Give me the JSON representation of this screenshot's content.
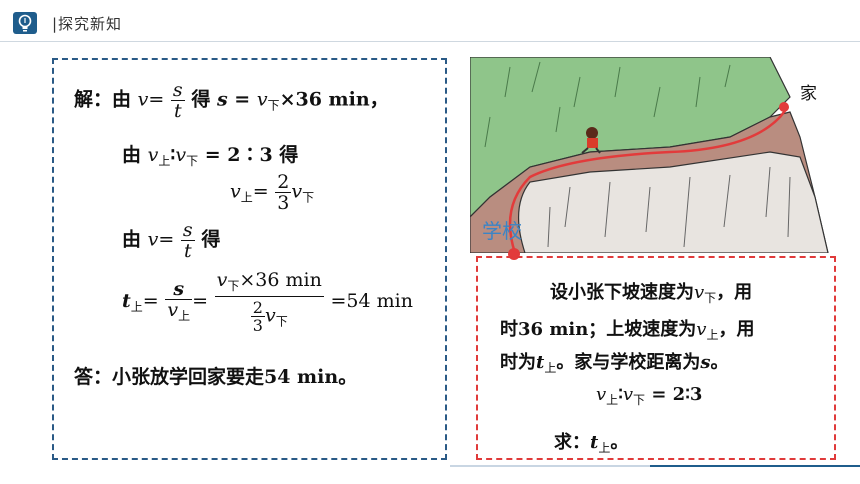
{
  "header": {
    "title": "|探究新知",
    "icon": "lightbulb-icon"
  },
  "solution": {
    "l1_prefix": "解：由",
    "l1_v": "v",
    "l1_eq": "=",
    "l1_num": "s",
    "l1_den": "t",
    "l1_de": "得",
    "l1_s": "s",
    "l1_eq2": " = ",
    "l1_v2": "v",
    "l1_sub": "下",
    "l1_rest": "×36 min，",
    "l2_you": "由",
    "l2_v1": "v",
    "l2_sub1": "上",
    "l2_colon": "∶",
    "l2_v2": "v",
    "l2_sub2": "下",
    "l2_rest": " = 2∶3 得",
    "l3_v": "v",
    "l3_sub": "上",
    "l3_eq": "=",
    "l3_num": "2",
    "l3_den": "3",
    "l3_v2": "v",
    "l3_sub2": "下",
    "l4_you": "由",
    "l4_v": "v",
    "l4_eq": "=",
    "l4_num": "s",
    "l4_den": "t",
    "l4_de": "得",
    "l5_t": "t",
    "l5_sub": "上",
    "l5_eq": "=",
    "l5_num": "s",
    "l5_den_v": "v",
    "l5_den_sub": "上",
    "l5_eq2": "=",
    "l5_num2_v": "v",
    "l5_num2_sub": "下",
    "l5_num2_rest": "×36 min",
    "l5_den2_num": "2",
    "l5_den2_den": "3",
    "l5_den2_v": "v",
    "l5_den2_sub": "下",
    "l5_result": "=54 min",
    "answer": "答：小张放学回家要走54 min。"
  },
  "illustration": {
    "home_label": "家",
    "school_label": "学校"
  },
  "problem": {
    "p1": "设小张下坡速度为",
    "p1_v": "v",
    "p1_sub": "下",
    "p1_rest": "，用",
    "p2_a": "时36 min；上坡速度为",
    "p2_v": "v",
    "p2_sub": "上",
    "p2_rest": "，用",
    "p3_a": "时为",
    "p3_t": "t",
    "p3_sub": "上",
    "p3_b": "。家与学校距离为",
    "p3_s": "s",
    "p3_c": "。",
    "p4_v1": "v",
    "p4_sub1": "上",
    "p4_colon": "∶",
    "p4_v2": "v",
    "p4_sub2": "下",
    "p4_rest": " = 2∶3",
    "p5_a": "求：",
    "p5_t": "t",
    "p5_sub": "上",
    "p5_b": "。"
  },
  "colors": {
    "accent": "#1f5d8c",
    "red": "#e03a3a",
    "grass": "#8fc58a",
    "rock": "#b98d80"
  }
}
